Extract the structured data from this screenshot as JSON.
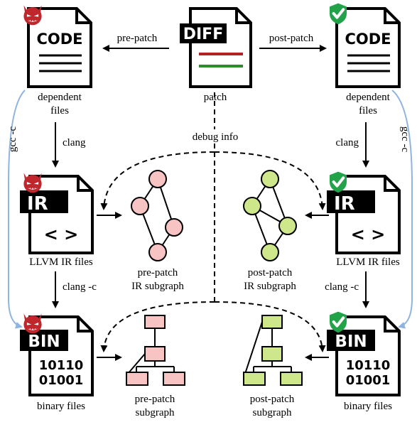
{
  "files": {
    "code_tag": "CODE",
    "diff_tag": "DIFF",
    "ir_tag": "IR",
    "ir_symbol": "< >",
    "bin_tag": "BIN",
    "bin_line1": "10110",
    "bin_line2": "01001"
  },
  "labels": {
    "pre_patch": "pre-patch",
    "post_patch": "post-patch",
    "dependent": "dependent",
    "files_word": "files",
    "patch": "patch",
    "clang": "clang",
    "clang_c": "clang -c",
    "gcc_c": "gcc -c",
    "debug_info": "debug info",
    "llvm_ir_files": "LLVM IR files",
    "binary_files": "binary files",
    "pre_patch_ir_1": "pre-patch",
    "pre_patch_ir_2": "IR subgraph",
    "post_patch_ir_1": "post-patch",
    "post_patch_ir_2": "IR subgraph",
    "pre_patch_bin_1": "pre-patch",
    "pre_patch_bin_2": "subgraph",
    "post_patch_bin_1": "post-patch",
    "post_patch_bin_2": "subgraph"
  },
  "colors": {
    "pre_fill": "#f8c3c3",
    "post_fill": "#cde78a",
    "gcc_arrow": "#8fb4e0",
    "diff_red": "#b22222",
    "diff_green": "#2e8b2e",
    "devil": "#c0272d",
    "shield": "#22a34a"
  },
  "icons": {
    "vulnerable": "devil-icon",
    "patched": "shield-check-icon"
  }
}
